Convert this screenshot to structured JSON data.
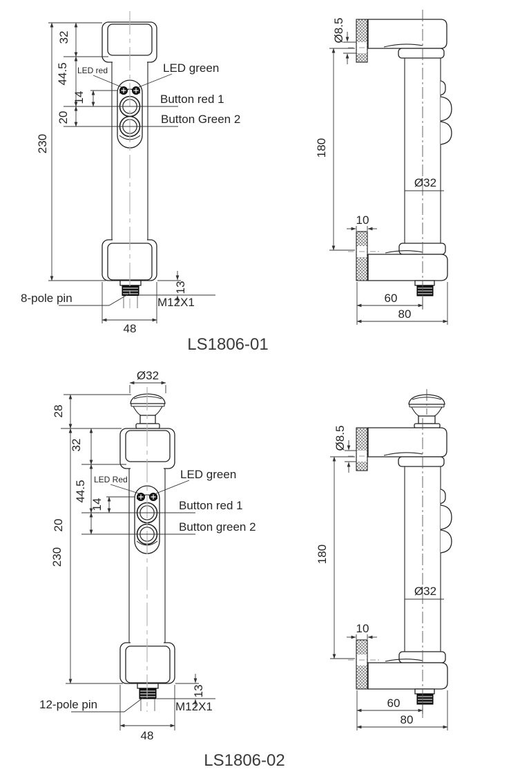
{
  "page": {
    "background": "#ffffff",
    "line_color": "#222222"
  },
  "d1": {
    "title": "LS1806-01",
    "front": {
      "h230": "230",
      "h32": "32",
      "h44_5": "44.5",
      "h14": "14",
      "h20": "20",
      "led_red": "LED red",
      "led_green": "LED green",
      "btn_red": "Button red 1",
      "btn_green": "Button Green 2",
      "pin": "8-pole pin",
      "h13": "13",
      "thread": "M12X1",
      "w48": "48"
    },
    "side": {
      "d8_5": "Ø8.5",
      "h180": "180",
      "d32": "Ø32",
      "w10": "10",
      "w60": "60",
      "w80": "80"
    }
  },
  "d2": {
    "title": "LS1806-02",
    "front": {
      "d32_top": "Ø32",
      "h28": "28",
      "h230": "230",
      "h32": "32",
      "h44_5": "44.5",
      "h14": "14",
      "h20": "20",
      "led_red": "LED Red",
      "led_green": "LED green",
      "btn_red": "Button red 1",
      "btn_green": "Button green 2",
      "pin": "12-pole pin",
      "h13": "13",
      "thread": "M12X1",
      "w48": "48"
    },
    "side": {
      "d8_5": "Ø8.5",
      "h180": "180",
      "d32": "Ø32",
      "w10": "10",
      "w60": "60",
      "w80": "80"
    }
  }
}
